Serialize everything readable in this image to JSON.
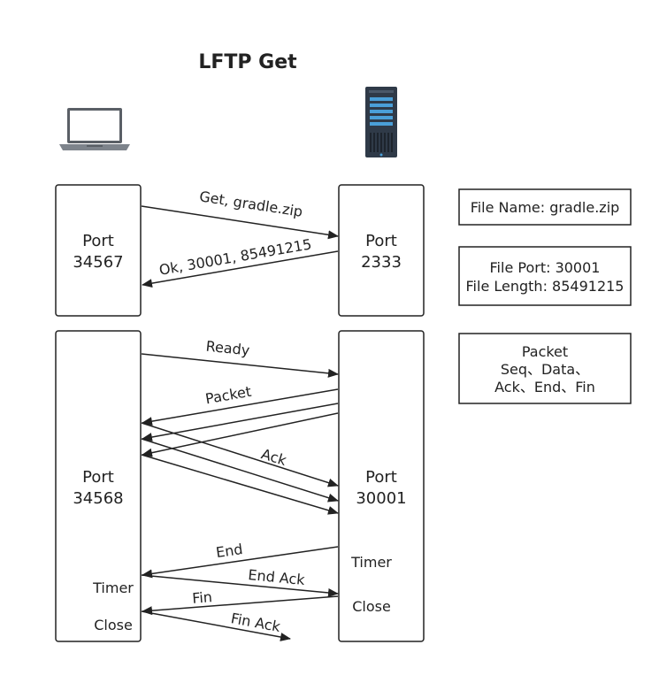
{
  "title": "LFTP Get",
  "client_icon": "laptop-icon",
  "server_icon": "server-icon",
  "colors": {
    "stroke": "#222222",
    "background": "#ffffff",
    "laptop": "#5a5f66",
    "server": "#2f3a48",
    "server_accent": "#4a9fd8"
  },
  "boxes": {
    "client_control": {
      "line1": "Port",
      "line2": "34567"
    },
    "server_control": {
      "line1": "Port",
      "line2": "2333"
    },
    "client_data": {
      "line1": "Port",
      "line2": "34568"
    },
    "server_data": {
      "line1": "Port",
      "line2": "30001"
    }
  },
  "client_side_labels": {
    "timer": "Timer",
    "close": "Close"
  },
  "server_side_labels": {
    "timer": "Timer",
    "close": "Close"
  },
  "arrow_labels": {
    "get": "Get, gradle.zip",
    "ok": "Ok, 30001, 85491215",
    "ready": "Ready",
    "packet": "Packet",
    "ack": "Ack",
    "end": "End",
    "end_ack": "End Ack",
    "fin": "Fin",
    "fin_ack": "Fin Ack"
  },
  "info_boxes": {
    "file_name": {
      "line1": "File Name: gradle.zip"
    },
    "file_info": {
      "line1": "File Port: 30001",
      "line2": "File Length: 85491215"
    },
    "packet": {
      "line1": "Packet",
      "line2": "Seq、Data、",
      "line3": "Ack、End、Fin"
    }
  }
}
